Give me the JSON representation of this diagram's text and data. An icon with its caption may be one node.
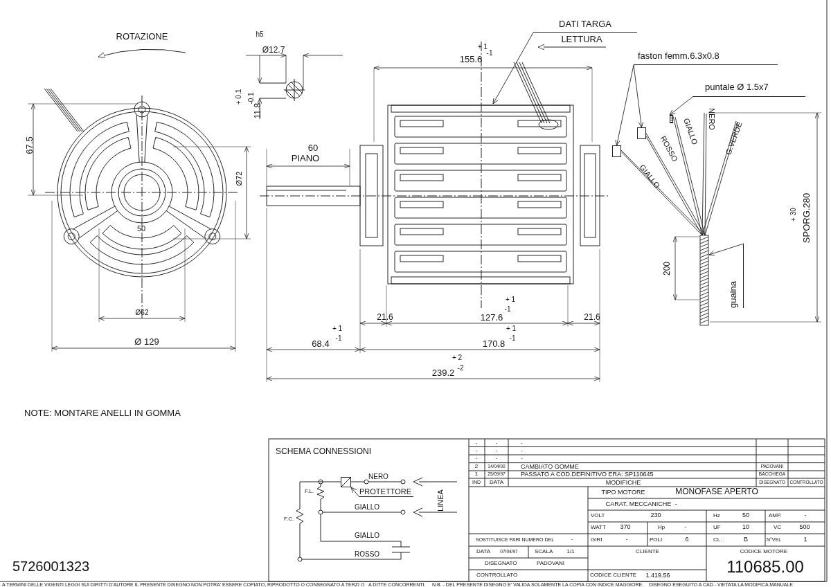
{
  "diagram": {
    "nodes": [
      {
        "text": [
          "DATI TARGA"
        ],
        "beside": [
          "LETTURA"
        ]
      },
      {
        "text": [
          "faston femm.6.3x0.8"
        ]
      },
      {
        "text": [
          "puntale Ø 1.5x7"
        ]
      },
      {
        "text": [
          "guaina"
        ]
      },
      {
        "text": [
          "PROTETTORE"
        ]
      },
      {
        "text": [],
        "shape": "box"
      },
      {
        "text": [],
        "shape": "bar"
      },
      {
        "text": [],
        "shape": "box"
      },
      {
        "text": [],
        "shape": "box"
      }
    ],
    "edges": [
      {
        "from": 0,
        "to": null,
        "arrow": "to"
      },
      {
        "from": 1,
        "to": 7,
        "arrow": "to"
      },
      {
        "from": 1,
        "to": 8,
        "arrow": "to"
      },
      {
        "from": 2,
        "to": 6,
        "arrow": "to"
      },
      {
        "from": 3,
        "to": null,
        "arrow": "to"
      },
      {
        "from": 4,
        "to": 5,
        "arrow": "to"
      }
    ],
    "labels": [
      "ROTAZIONE",
      "h5",
      "Ø12.7",
      "+ 0.1",
      "-0.1",
      "11.8",
      "+ 1",
      "155.6",
      "-1",
      "67.5",
      "Ø72",
      "50",
      "Ø62",
      "Ø 129",
      "60",
      "PIANO",
      "+ 1",
      "-1",
      "21.6",
      "127.6",
      "21.6",
      "+ 1",
      "68.4",
      "-1",
      "+ 1",
      "170.8",
      "-1",
      "+ 2",
      "239.2",
      "-2",
      "GIALLO",
      "ROSSO",
      "GIALLO",
      "NERO",
      "G.VERDE",
      "200",
      "+ 30",
      "SPORG.280",
      "NOTE: MONTARE ANELLI IN GOMMA",
      "5726001323",
      "SCHEMA CONNESSIONI",
      "NERO",
      "F.L.",
      "F.C.",
      "GIALLO",
      "LINEA",
      "GIALLO",
      "ROSSO",
      "-",
      "-",
      "-",
      "-",
      "-",
      "-",
      "-",
      "-",
      "-",
      "2",
      "14/04/00",
      "CAMBIATO GOMME",
      "PADOVANI",
      "1",
      "25/09/97",
      "PASSATO A COD.DEFINITIVO ERA: SP110645",
      "BACCHIEGA",
      "IND",
      "DATA",
      "MODIFICHE",
      "DISEGNATO",
      "CONTROLLATO",
      "TIPO MOTORE",
      "MONOFASE APERTO",
      "CARAT. MECCANICHE",
      "-",
      "VOLT",
      "230",
      "Hz",
      "50",
      "AMP.",
      "-",
      "WATT",
      "370",
      "Hp",
      "-",
      "UF",
      "10",
      "VC",
      "500",
      "SOSTITUISCE PARI NUMERO DEL",
      "-",
      "GIRI",
      "-",
      "POLI",
      "6",
      "CL.",
      "B",
      "N°VEL",
      "1",
      "DATA",
      "07/04/97",
      "SCALA",
      "1/1",
      "CLIENTE",
      "CODICE MOTORE",
      "DISEGNATO",
      "PADOVANI",
      "CONTROLLATO",
      "CODICE CLIENTE",
      "1.419.56",
      "110685.00",
      "A TERMINI DELLE VIGENTI LEGGI SUI DIRITTI D'AUTORE IL PRESENTE DISEGNO NON POTRA' ESSERE COPIATO, RIPRODOTTO O CONSEGNATO A TERZI O",
      "A DITTE CONCORRENTI.",
      "N.B. - DEL PRESENTE DISEGNO E' VALIDA SOLAMENTE LA COPIA CON INDICE MAGGIORE.",
      "DISEGNO ESEGUITO A CAD - VIETATA LA MODIFICA MANUALE"
    ]
  }
}
